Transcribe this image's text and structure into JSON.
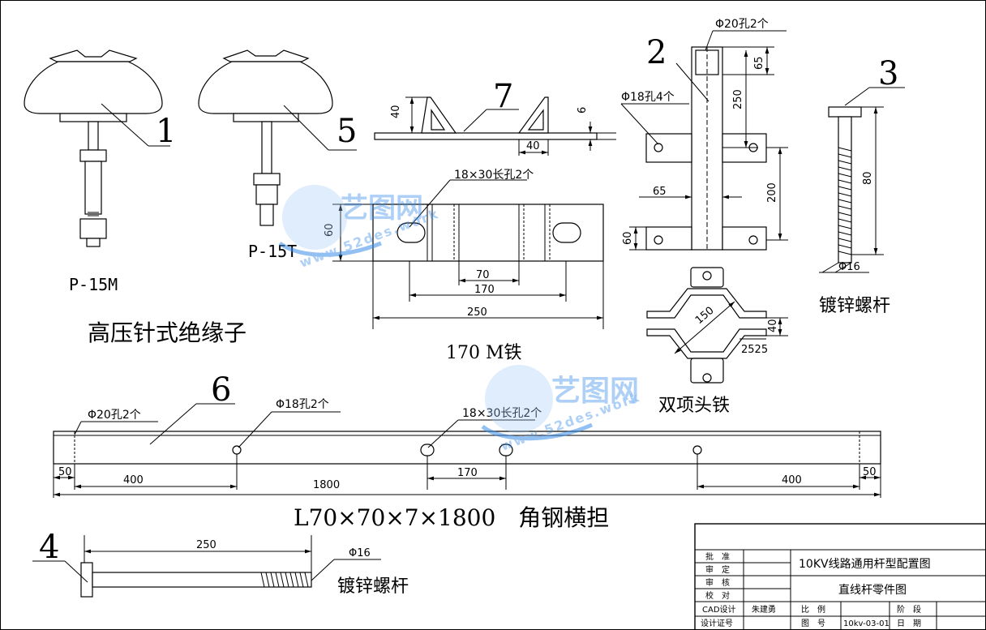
{
  "parts": {
    "insulator": {
      "label_1": "1",
      "label_5": "5",
      "model_m": "P-15M",
      "model_t": "P-15T",
      "caption": "高压针式绝缘子"
    },
    "bracket7": {
      "label": "7",
      "dim_h": "40",
      "dim_w": "40",
      "dim_t": "6"
    },
    "m_iron": {
      "slot_note": "18×30长孔2个",
      "dim_60": "60",
      "dim_70": "70",
      "dim_170": "170",
      "dim_250": "250",
      "caption": "170 M铁"
    },
    "frame2": {
      "label": "2",
      "hole20": "Φ20孔2个",
      "hole18": "Φ18孔4个",
      "dim_65a": "65",
      "dim_250": "250",
      "dim_65b": "65",
      "dim_200": "200",
      "dim_60": "60"
    },
    "bolt3": {
      "label": "3",
      "dim_80": "80",
      "dia": "Φ16",
      "caption": "镀锌螺杆"
    },
    "clamp": {
      "dim_150": "150",
      "dim_40": "40",
      "dim_2525": "2525",
      "caption": "双项头铁"
    },
    "crossarm6": {
      "label": "6",
      "hole20": "Φ20孔2个",
      "hole18": "Φ18孔2个",
      "slot": "18×30长孔2个",
      "d50a": "50",
      "d400a": "400",
      "d170": "170",
      "d1800": "1800",
      "d400b": "400",
      "d50b": "50",
      "caption": "L70×70×7×1800　角钢横担"
    },
    "bolt4": {
      "label": "4",
      "dim_250": "250",
      "dia": "Φ16",
      "caption": "镀锌螺杆"
    }
  },
  "title_block": {
    "rows": [
      "批　准",
      "审　定",
      "审　核",
      "校　对",
      "CAD设计",
      "设计证号"
    ],
    "cad_designer": "朱建勇",
    "project": "10KV线路通用杆型配置图",
    "drawing_name": "直线杆零件图",
    "scale_label": "比　例",
    "stage_label": "阶　段",
    "number_label": "图　号",
    "number_value": "10kv-03-01",
    "date_label": "日　期"
  },
  "watermark": {
    "text": "艺图网",
    "url": "www.52des.work"
  },
  "colors": {
    "line": "#000000",
    "watermark": "#3b8ee8"
  }
}
